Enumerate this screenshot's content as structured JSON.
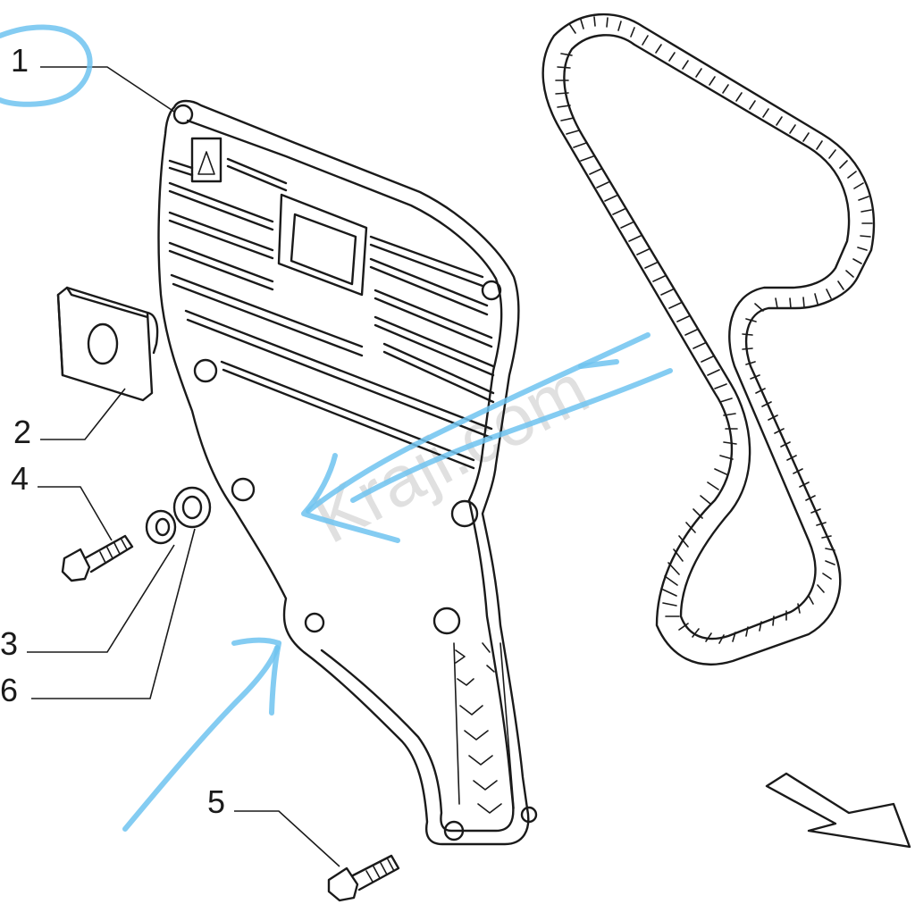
{
  "callouts": {
    "c1": "1",
    "c2": "2",
    "c3": "3",
    "c4": "4",
    "c5": "5",
    "c6": "6"
  },
  "watermark": "Kraji.com",
  "colors": {
    "ink": "#1a1a1a",
    "marker": "#6ec3f0",
    "watermark": "#c8c8c8",
    "background": "#ffffff"
  },
  "icons": {
    "belt": "timing-belt-icon",
    "cover": "timing-cover-icon",
    "direction": "direction-arrow-icon"
  }
}
